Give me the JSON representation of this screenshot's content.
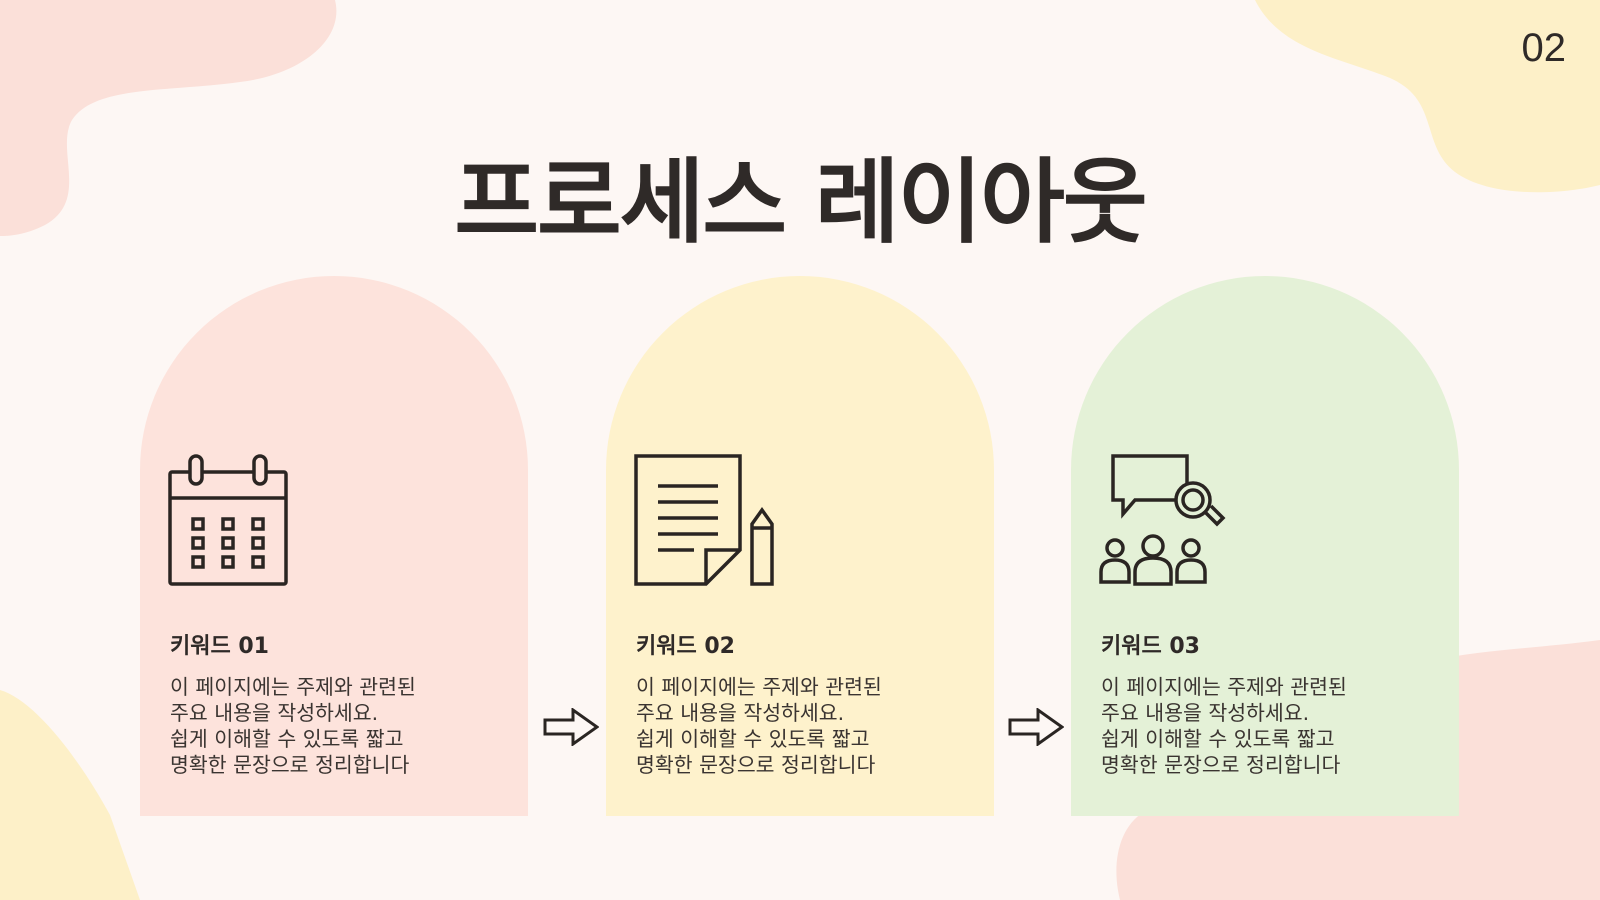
{
  "page_number": "02",
  "title": "프로세스 레이아웃",
  "colors": {
    "background": "#fdf7f4",
    "card_pink": "#fde3dc",
    "card_yellow": "#fef2cc",
    "card_green": "#e4f1d7",
    "text": "#2f2a28"
  },
  "cards": [
    {
      "icon": "calendar-icon",
      "keyword": "키워드 01",
      "lines": [
        "이 페이지에는 주제와 관련된",
        "주요 내용을 작성하세요.",
        "쉽게 이해할 수 있도록 짧고",
        "명확한 문장으로 정리합니다"
      ]
    },
    {
      "icon": "document-pencil-icon",
      "keyword": "키워드 02",
      "lines": [
        "이 페이지에는 주제와 관련된",
        "주요 내용을 작성하세요.",
        "쉽게 이해할 수 있도록 짧고",
        "명확한 문장으로 정리합니다"
      ]
    },
    {
      "icon": "discussion-search-icon",
      "keyword": "키워드 03",
      "lines": [
        "이 페이지에는 주제와 관련된",
        "주요 내용을 작성하세요.",
        "쉽게 이해할 수 있도록 짧고",
        "명확한 문장으로 정리합니다"
      ]
    }
  ],
  "arrows": [
    "arrow-right-icon",
    "arrow-right-icon"
  ]
}
